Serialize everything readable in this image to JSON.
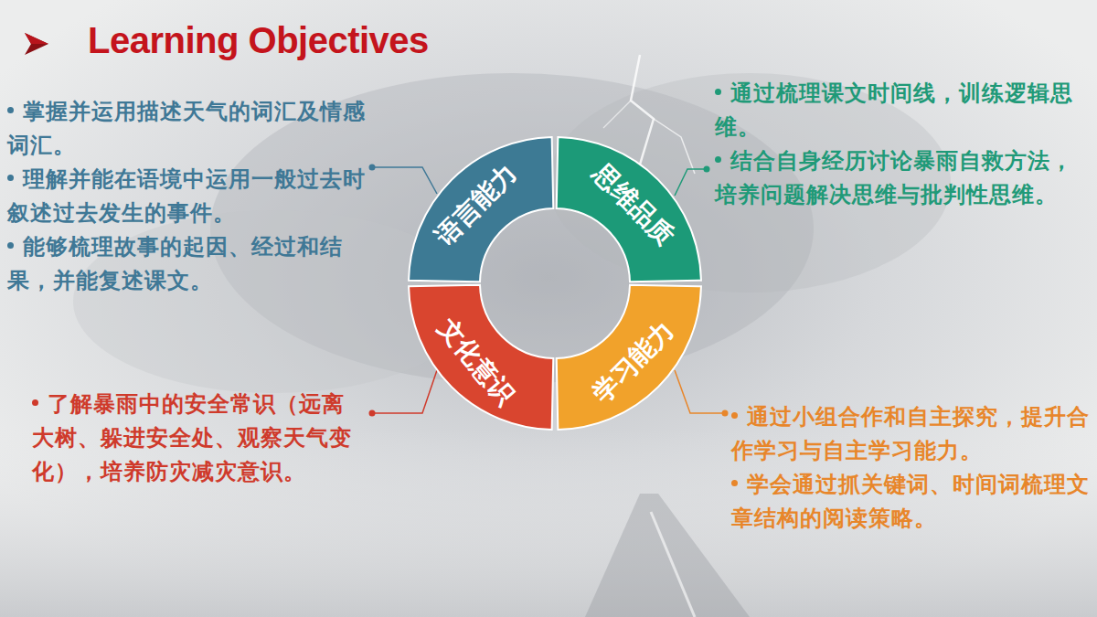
{
  "diagram": {
    "title": "Learning Objectives",
    "nodes": [
      {
        "text": [
          "语言能力"
        ]
      },
      {
        "text": [
          "思维品质"
        ]
      },
      {
        "text": [
          "学习能力"
        ]
      },
      {
        "text": [
          "文化意识"
        ]
      }
    ],
    "labels": [
      "掌握并运用描述天气的词汇及情感词汇。",
      "理解并能在语境中运用一般过去时叙述过去发生的事件。",
      "能够梳理故事的起因、经过和结果，并能复述课文。",
      "通过梳理课文时间线，训练逻辑思维。",
      "结合自身经历讨论暴雨自救方法，培养问题解决思维与批判性思维。",
      "了解暴雨中的安全常识（远离大树、躲进安全处、观察天气变化），培养防灾减灾意识。",
      "通过小组合作和自主探究，提升合作学习与自主学习能力。",
      "学会通过抓关键词、时间词梳理文章结构的阅读策略。"
    ]
  }
}
